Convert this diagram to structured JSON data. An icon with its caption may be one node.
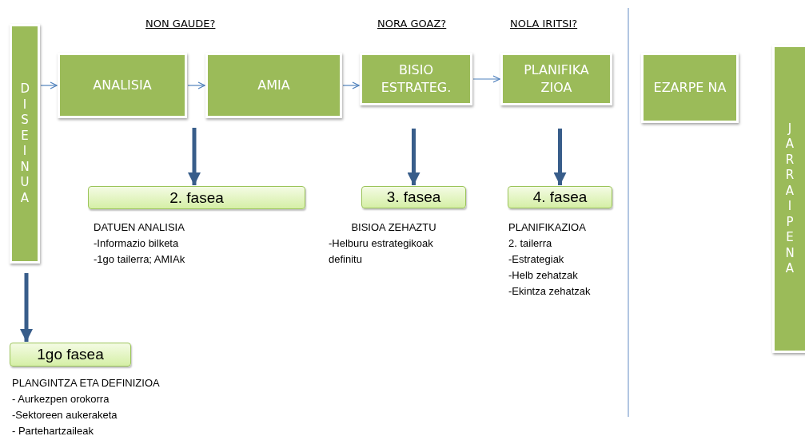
{
  "diagram": {
    "nodes": [
      {
        "text": [
          "DISEINUA"
        ]
      },
      {
        "text": [
          "ANALISIA"
        ]
      },
      {
        "text": [
          "AMIA"
        ]
      },
      {
        "text": [
          "BISIO ESTRATEG."
        ]
      },
      {
        "text": [
          "PLANIFIKA ZIOA"
        ]
      },
      {
        "text": [
          "EZARPE NA"
        ]
      },
      {
        "text": [
          "JARRAIPENA"
        ]
      },
      {
        "text": [
          "2. fasea"
        ],
        "beside": [
          "DATUEN ANALISIA",
          "-Informazio bilketa",
          "-1go tailerra; AMIAk"
        ]
      },
      {
        "text": [
          "3. fasea"
        ],
        "beside": [
          "BISIOA ZEHAZTU",
          "-Helburu estrategikoak definitu"
        ]
      },
      {
        "text": [
          "4. fasea"
        ],
        "beside": [
          "PLANIFIKAZIOA",
          "2. tailerra",
          "-Estrategiak",
          "-Helb zehatzak",
          "-Ekintza zehatzak"
        ]
      },
      {
        "text": [
          "1go fasea"
        ],
        "beside": [
          "PLANGINTZA ETA DEFINIZIOA",
          "- Aurkezpen orokorra",
          "-Sektoreen aukeraketa",
          "- Partehartzaileak"
        ]
      }
    ],
    "edges": [
      {
        "from": 0,
        "to": 1,
        "arrow": "to"
      },
      {
        "from": 1,
        "to": 2,
        "arrow": "to"
      },
      {
        "from": 2,
        "to": 3,
        "arrow": "to"
      },
      {
        "from": 3,
        "to": 4,
        "arrow": "to"
      },
      {
        "from": null,
        "to": 7,
        "arrow": "to",
        "style": "thick"
      },
      {
        "from": 3,
        "to": 8,
        "arrow": "to",
        "style": "thick"
      },
      {
        "from": 4,
        "to": 9,
        "arrow": "to",
        "style": "thick"
      },
      {
        "from": 0,
        "to": 10,
        "arrow": "to",
        "style": "thick"
      }
    ],
    "labels": [
      "NON GAUDE?",
      "NORA GOAZ?",
      "NOLA IRITSI?"
    ]
  }
}
